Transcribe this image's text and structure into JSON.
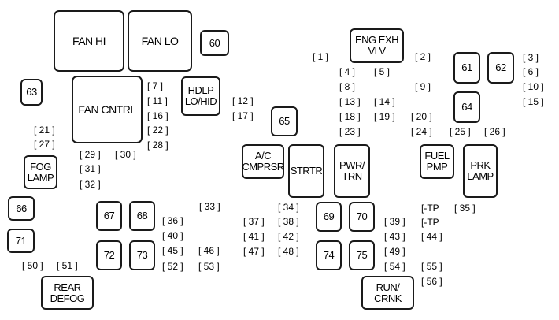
{
  "diagram": {
    "relays": [
      {
        "id": "fan-hi",
        "label": "FAN HI"
      },
      {
        "id": "fan-lo",
        "label": "FAN LO"
      },
      {
        "id": "r60",
        "label": "60"
      },
      {
        "id": "eng-exh-vlv",
        "label": "ENG EXH\nVLV"
      },
      {
        "id": "r63",
        "label": "63"
      },
      {
        "id": "fan-cntrl",
        "label": "FAN CNTRL"
      },
      {
        "id": "hdlp-lo-hid",
        "label": "HDLP\nLO/HID"
      },
      {
        "id": "r61",
        "label": "61"
      },
      {
        "id": "r62",
        "label": "62"
      },
      {
        "id": "r64",
        "label": "64"
      },
      {
        "id": "r65",
        "label": "65"
      },
      {
        "id": "fog-lamp",
        "label": "FOG\nLAMP"
      },
      {
        "id": "ac-cmprsr",
        "label": "A/C\nCMPRSR"
      },
      {
        "id": "strtr",
        "label": "STRTR"
      },
      {
        "id": "pwr-trn",
        "label": "PWR/\nTRN"
      },
      {
        "id": "fuel-pmp",
        "label": "FUEL\nPMP"
      },
      {
        "id": "prk-lamp",
        "label": "PRK\nLAMP"
      },
      {
        "id": "r66",
        "label": "66"
      },
      {
        "id": "r67",
        "label": "67"
      },
      {
        "id": "r68",
        "label": "68"
      },
      {
        "id": "r69",
        "label": "69"
      },
      {
        "id": "r70",
        "label": "70"
      },
      {
        "id": "r71",
        "label": "71"
      },
      {
        "id": "r72",
        "label": "72"
      },
      {
        "id": "r73",
        "label": "73"
      },
      {
        "id": "r74",
        "label": "74"
      },
      {
        "id": "r75",
        "label": "75"
      },
      {
        "id": "rear-defog",
        "label": "REAR\nDEFOG"
      },
      {
        "id": "run-crnk",
        "label": "RUN/\nCRNK"
      }
    ],
    "fuses": [
      "[ 1 ]",
      "[ 2 ]",
      "[ 3 ]",
      "[ 4 ]",
      "[ 5 ]",
      "[ 6 ]",
      "[ 7 ]",
      "[ 8 ]",
      "[ 9 ]",
      "[ 10 ]",
      "[ 11 ]",
      "[ 12 ]",
      "[ 13 ]",
      "[ 14 ]",
      "[ 15 ]",
      "[ 16 ]",
      "[ 17 ]",
      "[ 18 ]",
      "[ 19 ]",
      "[ 20 ]",
      "[ 21 ]",
      "[ 22 ]",
      "[ 23 ]",
      "[ 24 ]",
      "[ 25 ]",
      "[ 26 ]",
      "[ 27 ]",
      "[ 28 ]",
      "[ 29 ]",
      "[ 30 ]",
      "[ 31 ]",
      "[ 32 ]",
      "[ 33 ]",
      "[ 34 ]",
      "[ 35 ]",
      "[ 36 ]",
      "[ 37 ]",
      "[ 38 ]",
      "[ 39 ]",
      "[ 40 ]",
      "[ 41 ]",
      "[ 42 ]",
      "[ 43 ]",
      "[ 44 ]",
      "[ 45 ]",
      "[ 46 ]",
      "[ 47 ]",
      "[ 48 ]",
      "[ 49 ]",
      "[ 50 ]",
      "[ 51 ]",
      "[ 52 ]",
      "[ 53 ]",
      "[ 54 ]",
      "[ 55 ]",
      "[ 56 ]",
      "[-TP",
      "[-TP"
    ]
  }
}
